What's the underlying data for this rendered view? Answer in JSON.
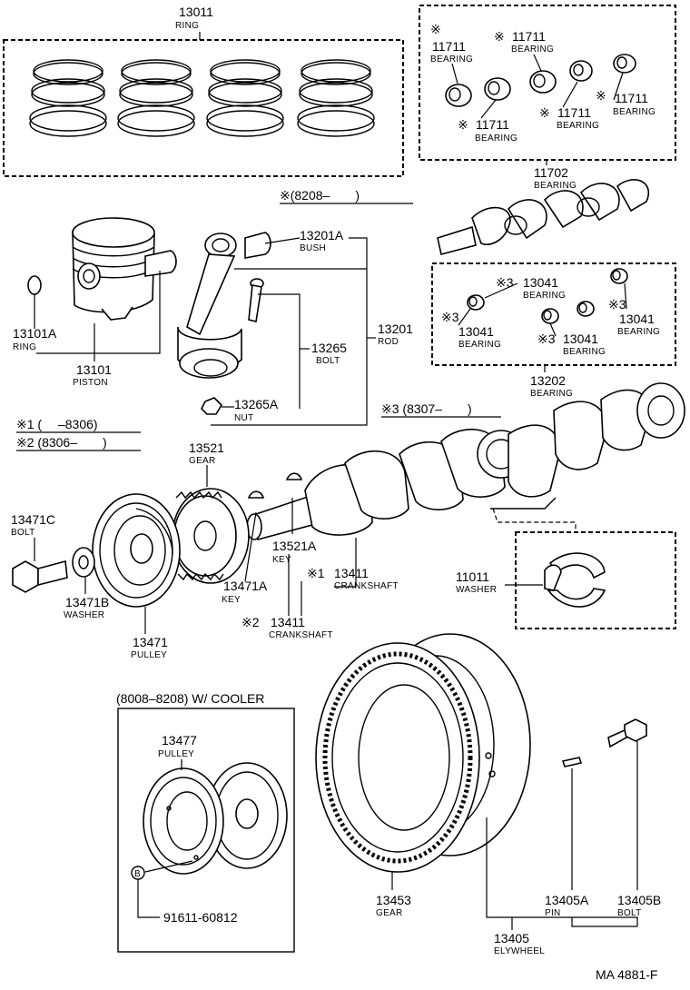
{
  "parts": {
    "ring": {
      "num": "13011",
      "name": "RING"
    },
    "bearing_11711": {
      "num": "11711",
      "name": "BEARING",
      "mark": "※"
    },
    "bearing_11702": {
      "num": "11702",
      "name": "BEARING"
    },
    "piston_ring": {
      "num": "13101A",
      "name": "RING"
    },
    "piston": {
      "num": "13101",
      "name": "PISTON"
    },
    "bush": {
      "num": "13201A",
      "name": "BUSH"
    },
    "rod": {
      "num": "13201",
      "name": "ROD"
    },
    "rod_bolt": {
      "num": "13265",
      "name": "BOLT"
    },
    "rod_nut": {
      "num": "13265A",
      "name": "NUT"
    },
    "bearing_13041": {
      "num": "13041",
      "name": "BEARING",
      "mark": "※3"
    },
    "bearing_13202": {
      "num": "13202",
      "name": "BEARING"
    },
    "gear_13521": {
      "num": "13521",
      "name": "GEAR"
    },
    "bolt_13471c": {
      "num": "13471C",
      "name": "BOLT"
    },
    "washer_13471b": {
      "num": "13471B",
      "name": "WASHER"
    },
    "pulley_13471": {
      "num": "13471",
      "name": "PULLEY"
    },
    "key_13471a": {
      "num": "13471A",
      "name": "KEY"
    },
    "key_13521a": {
      "num": "13521A",
      "name": "KEY"
    },
    "crankshaft_1": {
      "num": "13411",
      "name": "CRANKSHAFT",
      "mark": "※1"
    },
    "crankshaft_2": {
      "num": "13411",
      "name": "CRANKSHAFT",
      "mark": "※2"
    },
    "washer_11011": {
      "num": "11011",
      "name": "WASHER"
    },
    "pulley_13477": {
      "num": "13477",
      "name": "PULLEY"
    },
    "bolt_91611": {
      "num": "91611-60812",
      "badge": "B"
    },
    "gear_13453": {
      "num": "13453",
      "name": "GEAR"
    },
    "pin_13405a": {
      "num": "13405A",
      "name": "PIN"
    },
    "bolt_13405b": {
      "num": "13405B",
      "name": "BOLT"
    },
    "flywheel": {
      "num": "13405",
      "name": "ELYWHEEL"
    }
  },
  "notes": {
    "note_8208": "※(8208–　　)",
    "note_8307": "※3 (8307–　　)",
    "note_1": "※1 (　 –8306)",
    "note_2": "※2 (8306–　　)",
    "cooler": "(8008–8208) W/ COOLER",
    "code": "MA 4881-F"
  }
}
